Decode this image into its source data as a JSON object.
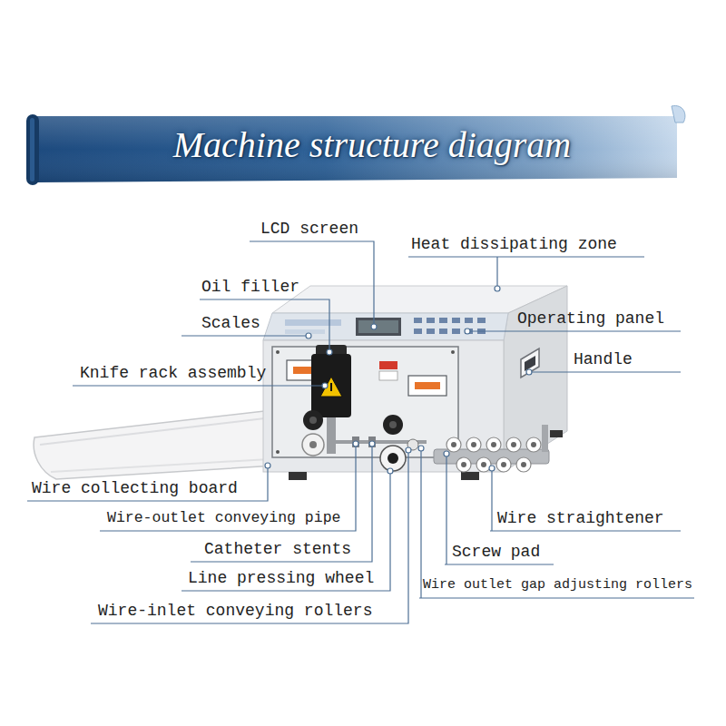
{
  "diagram": {
    "title": "Machine structure diagram",
    "labels": [
      "LCD screen",
      "Heat dissipating zone",
      "Oil filler",
      "Scales",
      "Operating panel",
      "Knife rack assembly",
      "Handle",
      "Wire collecting board",
      "Wire-outlet conveying pipe",
      "Wire straightener",
      "Catheter stents",
      "Screw pad",
      "Line pressing wheel",
      "Wire outlet gap adjusting rollers",
      "Wire-inlet conveying rollers"
    ]
  }
}
